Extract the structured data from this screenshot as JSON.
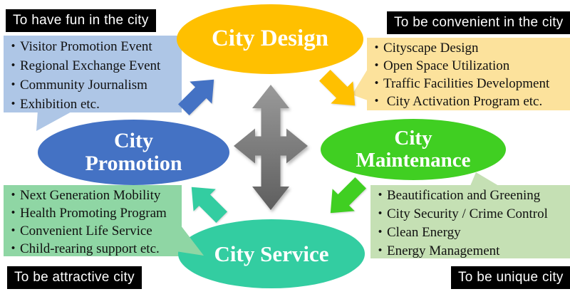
{
  "corner_labels": {
    "top_left": "To have fun in the city",
    "top_right": "To be convenient in the city",
    "bottom_left": "To be attractive city",
    "bottom_right": "To be unique city"
  },
  "ellipses": {
    "design": {
      "lines": [
        "City Design"
      ],
      "color": "#FFC000"
    },
    "promotion": {
      "lines": [
        "City",
        "Promotion"
      ],
      "color": "#4472C4"
    },
    "maintenance": {
      "lines": [
        "City",
        "Maintenance"
      ],
      "color": "#40CF22"
    },
    "service": {
      "lines": [
        "City Service"
      ],
      "color": "#33CDA1"
    }
  },
  "boxes": {
    "top_left": {
      "color": "#AEC6E6",
      "items": [
        "・Visitor Promotion Event",
        "・Regional Exchange Event",
        "・Community Journalism",
        "・Exhibition etc."
      ]
    },
    "top_right": {
      "color": "#FCE29C",
      "items": [
        "・Cityscape Design",
        "・Open Space Utilization",
        "・Traffic Facilities Development",
        "・ City Activation Program etc."
      ]
    },
    "bottom_left": {
      "color": "#8FD6A4",
      "items": [
        "・Next Generation Mobility",
        "・Health Promoting Program",
        "・Convenient Life Service",
        "・Child-rearing support  etc."
      ]
    },
    "bottom_right": {
      "color": "#C5E0B4",
      "items": [
        "・Beautification and Greening",
        "・City Security / Crime Control",
        "・Clean Energy",
        "・Energy Management"
      ]
    }
  },
  "icons": {
    "center": "four-way-move-arrow",
    "arrows": {
      "promotion_to_design": {
        "direction": "up-right",
        "color": "#4472C4"
      },
      "design_to_maintenance": {
        "direction": "down-right",
        "color": "#FFC000"
      },
      "maintenance_to_service": {
        "direction": "down-left",
        "color": "#40CF22"
      },
      "service_to_promotion": {
        "direction": "up-left",
        "color": "#33CDA1"
      }
    },
    "center_gray_top": "#999999",
    "center_gray_bottom": "#5E5E5E"
  }
}
